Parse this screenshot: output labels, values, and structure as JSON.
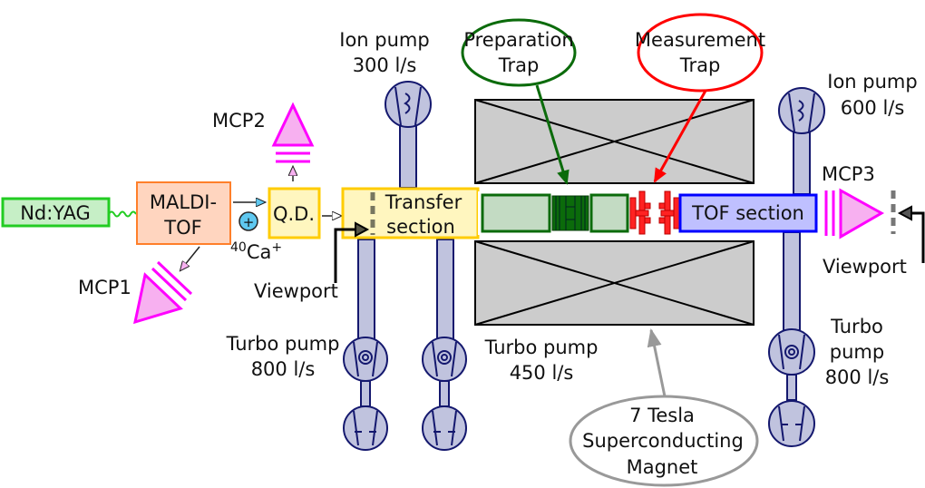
{
  "labels": {
    "nd_yag": "Nd:YAG",
    "maldi_line1": "MALDI-",
    "maldi_line2": "TOF",
    "qd": "Q.D.",
    "transfer_line1": "Transfer",
    "transfer_line2": "section",
    "tof_section": "TOF section",
    "mcp1": "MCP1",
    "mcp2": "MCP2",
    "mcp3": "MCP3",
    "ion_symbol": "+",
    "ion_mass": "40",
    "ion_element": "Ca",
    "ion_charge": "+",
    "viewport_left": "Viewport",
    "viewport_right": "Viewport",
    "ion_pump_left_line1": "Ion pump",
    "ion_pump_left_line2": "300 l/s",
    "ion_pump_right_line1": "Ion pump",
    "ion_pump_right_line2": "600 l/s",
    "turbo_left_line1": "Turbo pump",
    "turbo_left_line2": "800 l/s",
    "turbo_mid_line1": "Turbo pump",
    "turbo_mid_line2": "450 l/s",
    "turbo_right_line1": "Turbo",
    "turbo_right_line2": "pump",
    "turbo_right_line3": "800 l/s",
    "prep_trap_line1": "Preparation",
    "prep_trap_line2": "Trap",
    "meas_trap_line1": "Measurement",
    "meas_trap_line2": "Trap",
    "magnet_line1": "7 Tesla",
    "magnet_line2": "Superconducting",
    "magnet_line3": "Magnet"
  },
  "colors": {
    "laser_green": "#22cc22",
    "maldi_orange": "#ff7f2a",
    "qd_yellow": "#ffcc00",
    "mcp_magenta": "#ff00ff",
    "prep_green": "#0b6b0b",
    "meas_red": "#ff0000",
    "tof_blue": "#0000ff",
    "pump_blue": "#14186e",
    "magnet_gray": "#cccccc"
  }
}
